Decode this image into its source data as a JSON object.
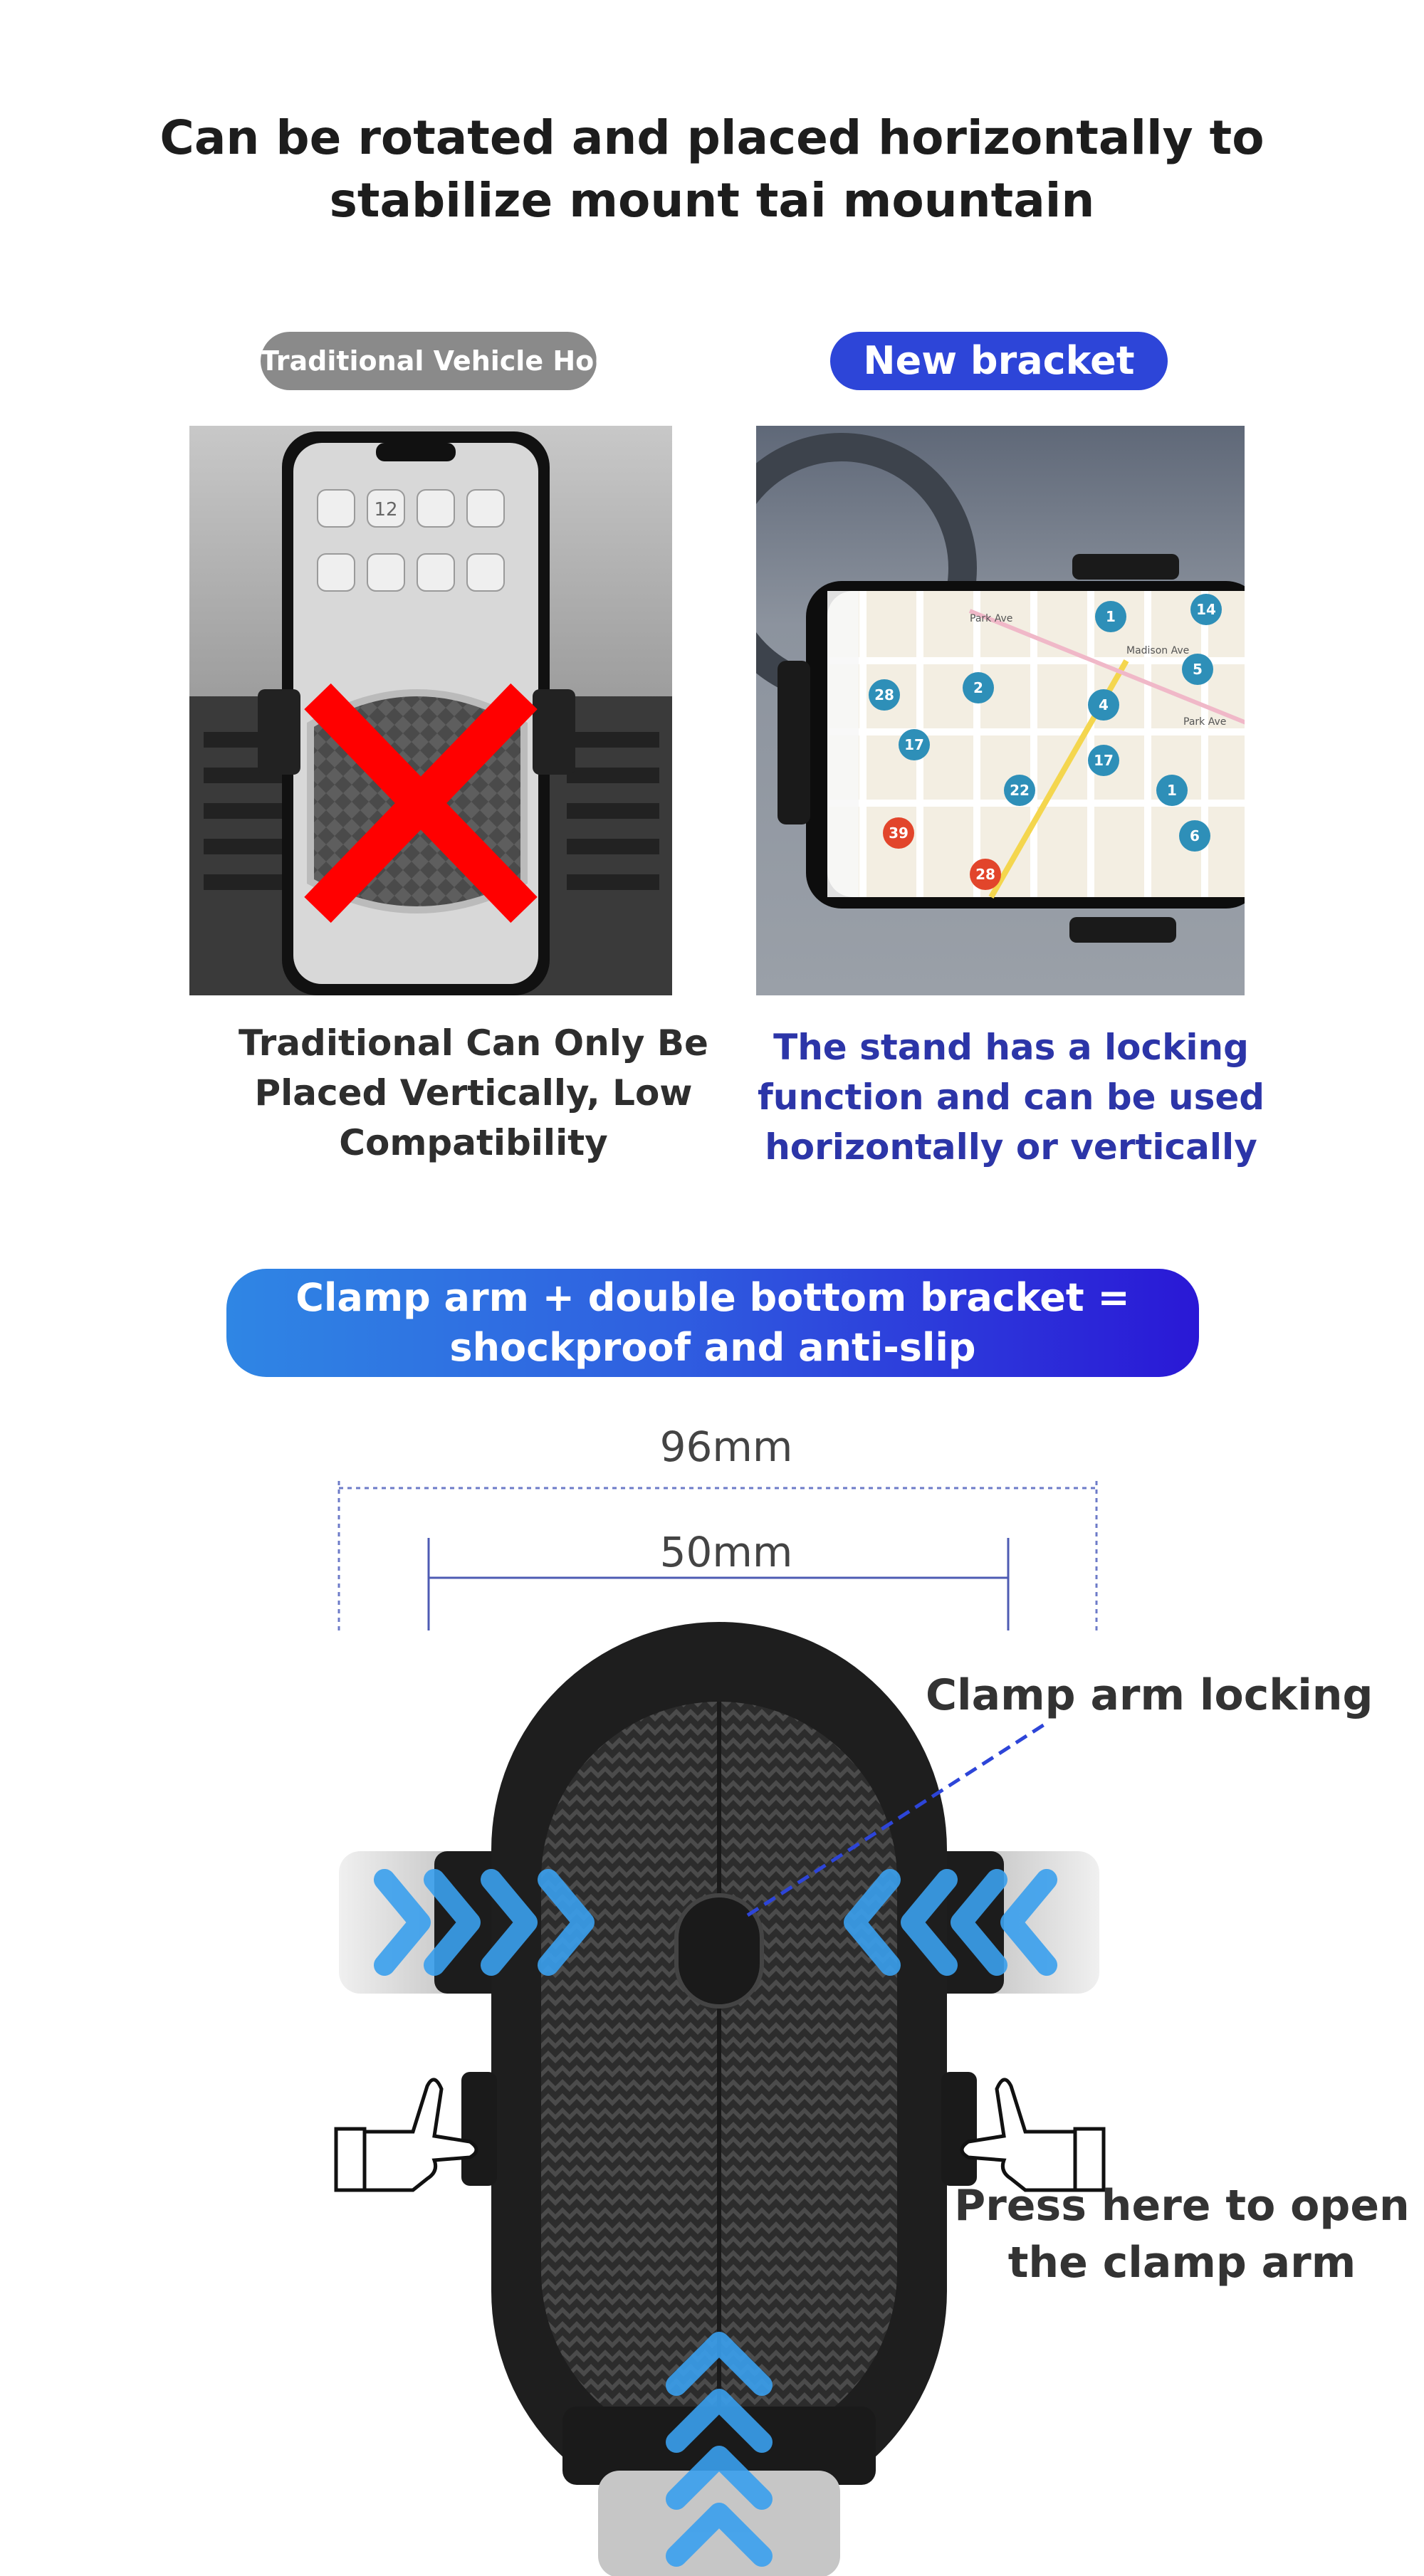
{
  "headline": "Can be rotated and placed horizontally to stabilize mount tai mountain",
  "compare": {
    "left_tag": "Traditional Vehicle Hold",
    "right_tag": "New bracket",
    "left_caption": "Traditional Can Only Be Placed Vertically, Low Compatibility",
    "right_caption": "The stand has a locking function and can be used horizontally or vertically"
  },
  "phone_screen": {
    "calendar_number": "12"
  },
  "map": {
    "street_labels": [
      "Park Ave",
      "Madison Ave",
      "Park Ave"
    ],
    "markers": [
      {
        "label": "1",
        "color": "#2e8fb8"
      },
      {
        "label": "14",
        "color": "#2e8fb8"
      },
      {
        "label": "5",
        "color": "#2e8fb8"
      },
      {
        "label": "28",
        "color": "#2e8fb8"
      },
      {
        "label": "2",
        "color": "#2e8fb8"
      },
      {
        "label": "4",
        "color": "#2e8fb8"
      },
      {
        "label": "17",
        "color": "#2e8fb8"
      },
      {
        "label": "17",
        "color": "#2e8fb8"
      },
      {
        "label": "22",
        "color": "#2e8fb8"
      },
      {
        "label": "1",
        "color": "#2e8fb8"
      },
      {
        "label": "6",
        "color": "#2e8fb8"
      },
      {
        "label": "39",
        "color": "#e2452b"
      },
      {
        "label": "28",
        "color": "#e2452b"
      }
    ]
  },
  "banner": "Clamp arm + double bottom bracket = shockproof and anti-slip",
  "dimensions": {
    "outer": "96mm",
    "inner": "50mm"
  },
  "labels": {
    "lock": "Clamp arm locking",
    "press": "Press here to open the clamp arm"
  },
  "colors": {
    "accent_blue": "#2d45d8",
    "arrow_blue": "#3aa0ee",
    "cross_red": "#ff0000",
    "caption_blue": "#2c35a8"
  }
}
